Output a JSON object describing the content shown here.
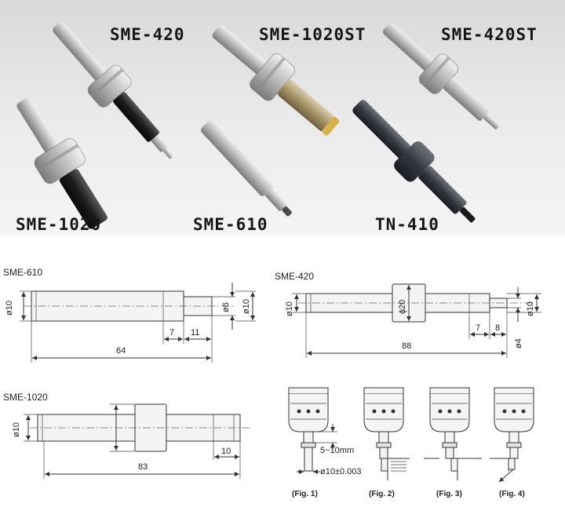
{
  "photo_labels": {
    "sme420": "SME-420",
    "sme1020st": "SME-1020ST",
    "sme420st": "SME-420ST",
    "sme1020": "SME-1020",
    "sme610": "SME-610",
    "tn410": "TN-410"
  },
  "drawings": {
    "sme610": {
      "title": "SME-610",
      "dia_shank": "ø10",
      "dia_tip": "ø6",
      "dia_tip_outer": "ø10",
      "len_7": "7",
      "len_11": "11",
      "len_total": "64"
    },
    "sme420": {
      "title": "SME-420",
      "dia_shank": "ø10",
      "dia_body": "ɸ20",
      "dia_tip_outer": "ø10",
      "dia_pin": "ø4",
      "len_7": "7",
      "len_8": "8",
      "len_total": "88"
    },
    "sme1020": {
      "title": "SME-1020",
      "dia_shank": "ø10",
      "len_10": "10",
      "len_total": "83"
    },
    "figures": {
      "range": "5~10mm",
      "tolerance": "ø10±0.003",
      "captions": [
        "(Fig. 1)",
        "(Fig. 2)",
        "(Fig. 3)",
        "(Fig. 4)"
      ]
    }
  },
  "colors": {
    "background": "#ffffff",
    "photo_bg": "#e6e6e6",
    "steel": "#c9c9c9",
    "dark_steel": "#2a2a2a",
    "brass": "#b6a57c",
    "gold_tip": "#d8b24a",
    "line": "#333333"
  }
}
